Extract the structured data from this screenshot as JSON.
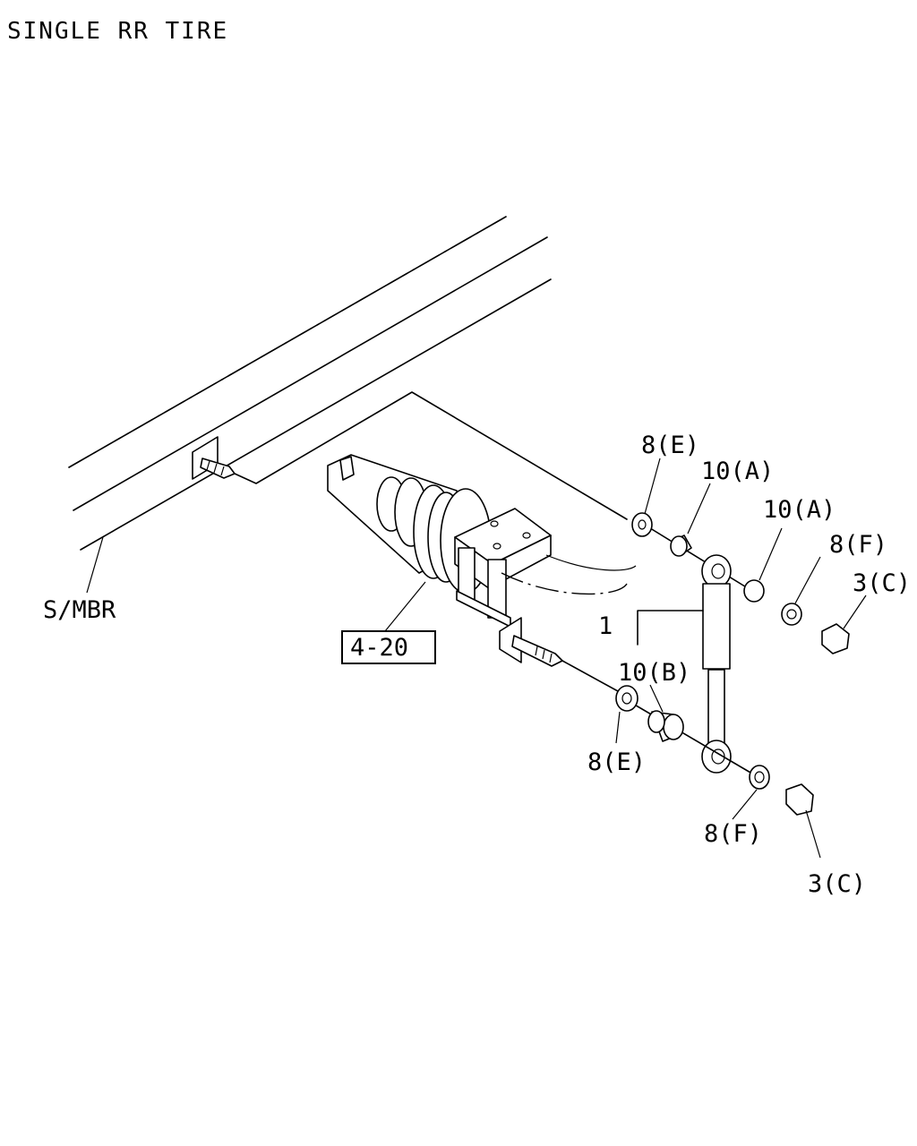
{
  "title": "SINGLE RR TIRE",
  "labels": {
    "smbr": "S/MBR",
    "ref_box": "4-20",
    "shock_absorber": "1",
    "p8e_top": "8(E)",
    "p10a_1": "10(A)",
    "p10a_2": "10(A)",
    "p8f_top": "8(F)",
    "p3c_top": "3(C)",
    "p10b": "10(B)",
    "p8e_bottom": "8(E)",
    "p8f_bottom": "8(F)",
    "p3c_bottom": "3(C)"
  }
}
